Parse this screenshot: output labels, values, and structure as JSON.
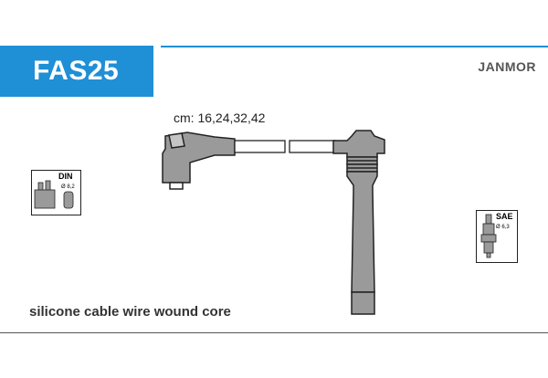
{
  "header": {
    "code": "FAS25",
    "brand": "JANMOR"
  },
  "cable": {
    "lengths_label": "cm: 16,24,32,42"
  },
  "badges": {
    "din_label": "DIN",
    "din_size": "Ø 8,2",
    "sae_label": "SAE",
    "sae_size": "Ø 6,3"
  },
  "footer": {
    "description": "silicone cable wire wound core"
  },
  "colors": {
    "accent": "#1f8fd6",
    "part_fill": "#9a9a9a"
  }
}
